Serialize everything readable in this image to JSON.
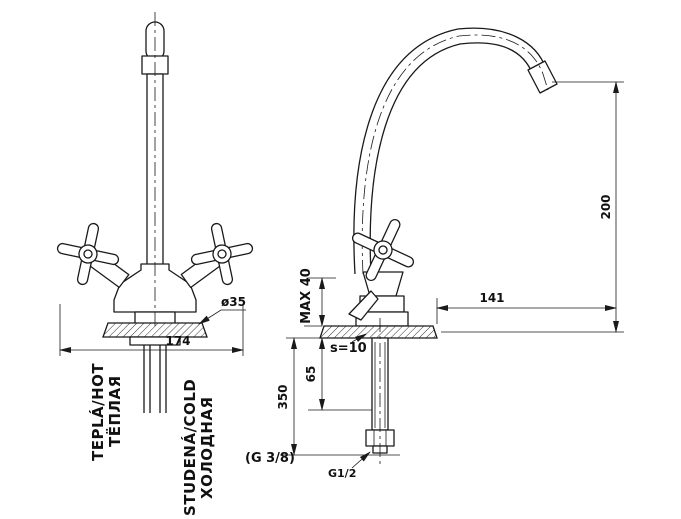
{
  "drawing": {
    "front_view": {
      "diameter": "ø35",
      "width": "174",
      "hot_label": "TEPLÁ/HOT",
      "hot_label_ru": "ТЁПЛАЯ",
      "cold_label": "STUDENÁ/COLD",
      "cold_label_ru": "ХОЛОДНАЯ"
    },
    "side_view": {
      "height": "200",
      "reach": "141",
      "max_deck_thickness": "MAX 40",
      "plate_thickness": "s=10",
      "shank_length": "65",
      "hose_length": "350",
      "hose_thread": "(G 3/8)",
      "shank_thread": "G1/2"
    },
    "colors": {
      "line": "#1a1a1a",
      "background": "#ffffff"
    }
  }
}
